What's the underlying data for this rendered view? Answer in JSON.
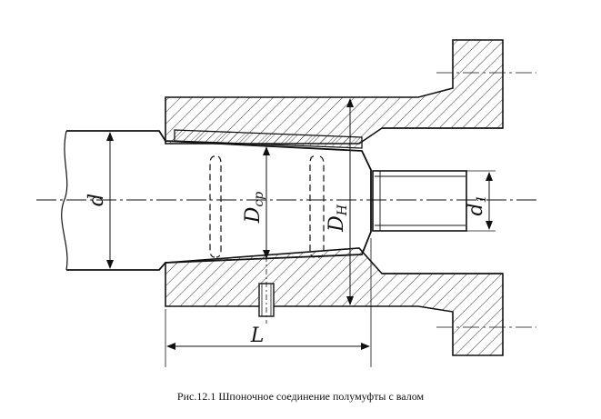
{
  "labels": {
    "d_main": "d",
    "d_mean_main": "D",
    "d_mean_sub": "cp",
    "d_outer_main": "D",
    "d_outer_sub": "H",
    "d1_main": "d",
    "d1_sub": "1",
    "length": "L"
  },
  "caption": "Рис.12.1 Шпоночное соединение полумуфты с валом"
}
